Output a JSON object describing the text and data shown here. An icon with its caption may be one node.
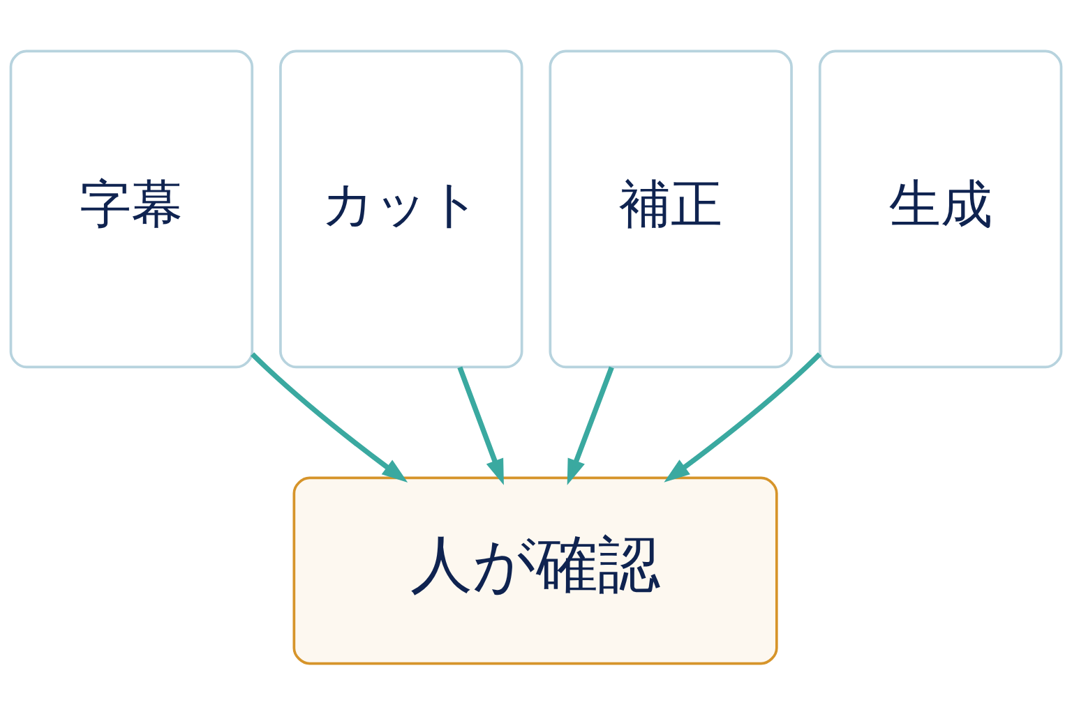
{
  "diagram": {
    "nodes": [
      {
        "text": [
          "字幕"
        ]
      },
      {
        "text": [
          "カット"
        ]
      },
      {
        "text": [
          "補正"
        ]
      },
      {
        "text": [
          "生成"
        ]
      },
      {
        "text": [
          "人が確認"
        ]
      }
    ],
    "edges": [
      {
        "from": 0,
        "to": 4,
        "arrow": "to"
      },
      {
        "from": 1,
        "to": 4,
        "arrow": "to"
      },
      {
        "from": 2,
        "to": 4,
        "arrow": "to"
      },
      {
        "from": 3,
        "to": 4,
        "arrow": "to"
      }
    ]
  }
}
